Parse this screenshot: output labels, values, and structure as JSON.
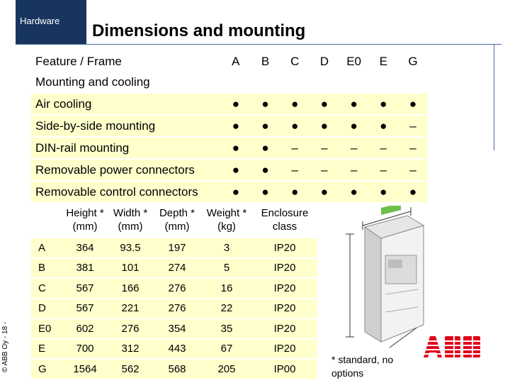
{
  "header": {
    "section_tab": "Hardware",
    "title": "Dimensions and mounting"
  },
  "feature_table": {
    "header_label": "Feature / Frame",
    "frames": [
      "A",
      "B",
      "C",
      "D",
      "E0",
      "E",
      "G"
    ],
    "section_label": "Mounting and cooling",
    "rows": [
      {
        "label": "Air cooling",
        "values": [
          "●",
          "●",
          "●",
          "●",
          "●",
          "●",
          "●"
        ]
      },
      {
        "label": "Side-by-side mounting",
        "values": [
          "●",
          "●",
          "●",
          "●",
          "●",
          "●",
          "–"
        ]
      },
      {
        "label": "DIN-rail mounting",
        "values": [
          "●",
          "●",
          "–",
          "–",
          "–",
          "–",
          "–"
        ]
      },
      {
        "label": "Removable power connectors",
        "values": [
          "●",
          "●",
          "–",
          "–",
          "–",
          "–",
          "–"
        ]
      },
      {
        "label": "Removable control connectors",
        "values": [
          "●",
          "●",
          "●",
          "●",
          "●",
          "●",
          "●"
        ]
      }
    ]
  },
  "dimension_table": {
    "headers": [
      "",
      "Height * (mm)",
      "Width * (mm)",
      "Depth * (mm)",
      "Weight * (kg)",
      "Enclosure class"
    ],
    "rows": [
      [
        "A",
        "364",
        "93.5",
        "197",
        "3",
        "IP20"
      ],
      [
        "B",
        "381",
        "101",
        "274",
        "5",
        "IP20"
      ],
      [
        "C",
        "567",
        "166",
        "276",
        "16",
        "IP20"
      ],
      [
        "D",
        "567",
        "221",
        "276",
        "22",
        "IP20"
      ],
      [
        "E0",
        "602",
        "276",
        "354",
        "35",
        "IP20"
      ],
      [
        "E",
        "700",
        "312",
        "443",
        "67",
        "IP20"
      ],
      [
        "G",
        "1564",
        "562",
        "568",
        "205",
        "IP00"
      ]
    ]
  },
  "footnote": "* standard, no options",
  "copyright": "© ABB Oy - 18 -",
  "logo_text": "ABB",
  "colors": {
    "tab": "#18355e",
    "row_fill": "#ffffcc",
    "rule": "#4a6aa0",
    "logo": "#e2001a"
  }
}
